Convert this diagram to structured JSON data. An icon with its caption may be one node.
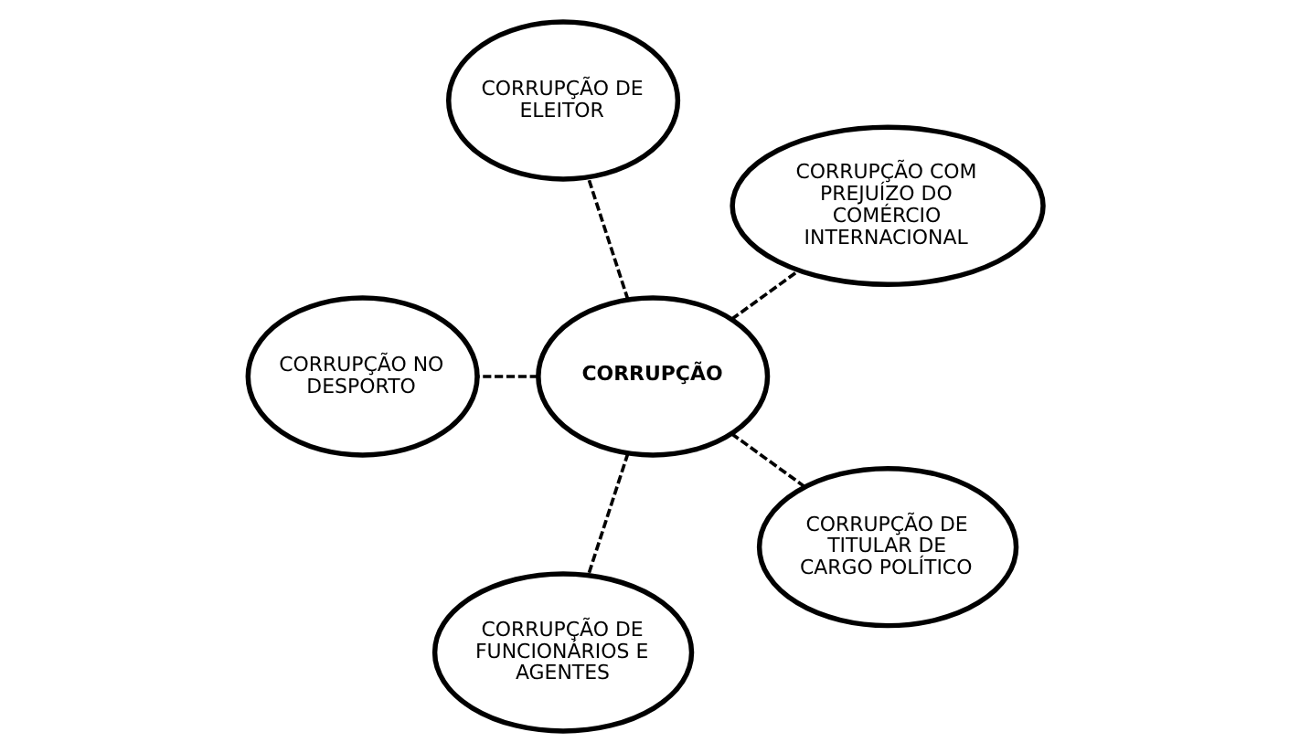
{
  "diagram": {
    "nodes": [
      {
        "text": [
          "CORRUPÇÃO COM PREJUÍZO DO COMÉRCIO INTERNACIONAL"
        ]
      },
      {
        "text": [
          "CORRUPÇÃO DE ELEITOR"
        ]
      },
      {
        "text": [
          "CORRUPÇÃO NO DESPORTO"
        ]
      },
      {
        "text": [
          "CORRUPÇÃO"
        ]
      },
      {
        "text": [
          "CORRUPÇÃO DE FUNCIONÁRIOS E AGENTES"
        ]
      },
      {
        "text": [
          "CORRUPÇÃO DE TITULAR DE CARGO POLÍTICO"
        ]
      }
    ],
    "edges": [
      {
        "from": 3,
        "to": 0,
        "arrow": "none",
        "style": "dashed"
      },
      {
        "from": 3,
        "to": 1,
        "arrow": "none",
        "style": "dashed"
      },
      {
        "from": 3,
        "to": 2,
        "arrow": "none",
        "style": "dashed"
      },
      {
        "from": 3,
        "to": 4,
        "arrow": "none",
        "style": "dashed"
      },
      {
        "from": 3,
        "to": 5,
        "arrow": "none",
        "style": "dashed"
      }
    ]
  }
}
